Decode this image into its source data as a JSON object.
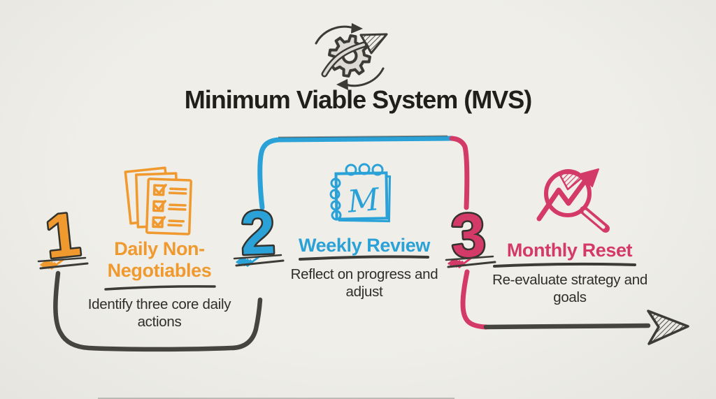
{
  "colors": {
    "background": "#edece7",
    "ink": "#3c3b36",
    "title_text": "#201f1b",
    "body_text": "#2f2e29",
    "orange": "#f0992e",
    "blue": "#2aa2d8",
    "pink": "#d43a68"
  },
  "header": {
    "icon": "gear-cycle-arrow-icon",
    "title": "Minimum Viable System (MVS)"
  },
  "steps": [
    {
      "number": "1",
      "color": "#f0992e",
      "icon": "checklist-pages-icon",
      "title": "Daily Non-Negotiables",
      "subtitle": "Identify three core daily actions"
    },
    {
      "number": "2",
      "color": "#2aa2d8",
      "icon": "spiral-notebook-icon",
      "icon_letter": "M",
      "title": "Weekly Review",
      "subtitle": "Reflect on progress and adjust"
    },
    {
      "number": "3",
      "color": "#d43a68",
      "icon": "magnifier-growth-icon",
      "title": "Monthly Reset",
      "subtitle": "Re-evaluate strategy and goals"
    }
  ]
}
